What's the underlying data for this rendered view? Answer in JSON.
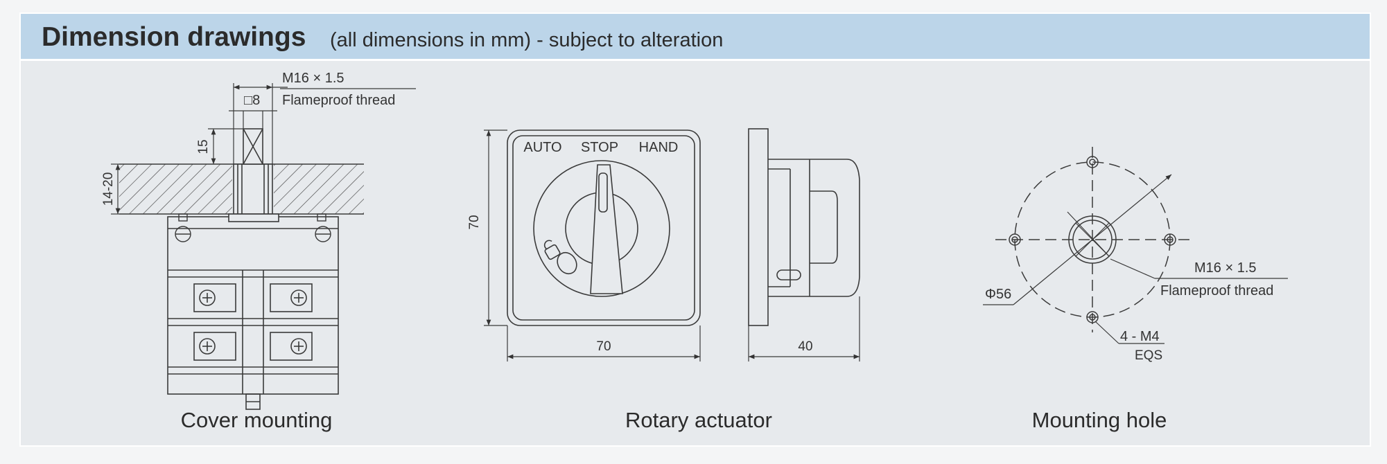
{
  "header": {
    "title": "Dimension drawings",
    "subtitle": "(all dimensions in mm) - subject to alteration"
  },
  "cover_mounting": {
    "caption": "Cover mounting",
    "thread_size": "M16 × 1.5",
    "thread_type": "Flameproof thread",
    "shaft": "□8",
    "shaft_height": "15",
    "panel_thickness": "14-20"
  },
  "rotary_actuator": {
    "caption": "Rotary actuator",
    "positions": [
      "AUTO",
      "STOP",
      "HAND"
    ],
    "height": "70",
    "width": "70",
    "depth": "40"
  },
  "mounting_hole": {
    "caption": "Mounting hole",
    "thread_size": "M16 × 1.5",
    "thread_type": "Flameproof thread",
    "diameter": "Φ56",
    "holes": "4 - M4",
    "holes_note": "EQS"
  },
  "colors": {
    "banner": "#bcd5e9",
    "panel": "#e7eaed",
    "line": "#3a3a3a"
  }
}
